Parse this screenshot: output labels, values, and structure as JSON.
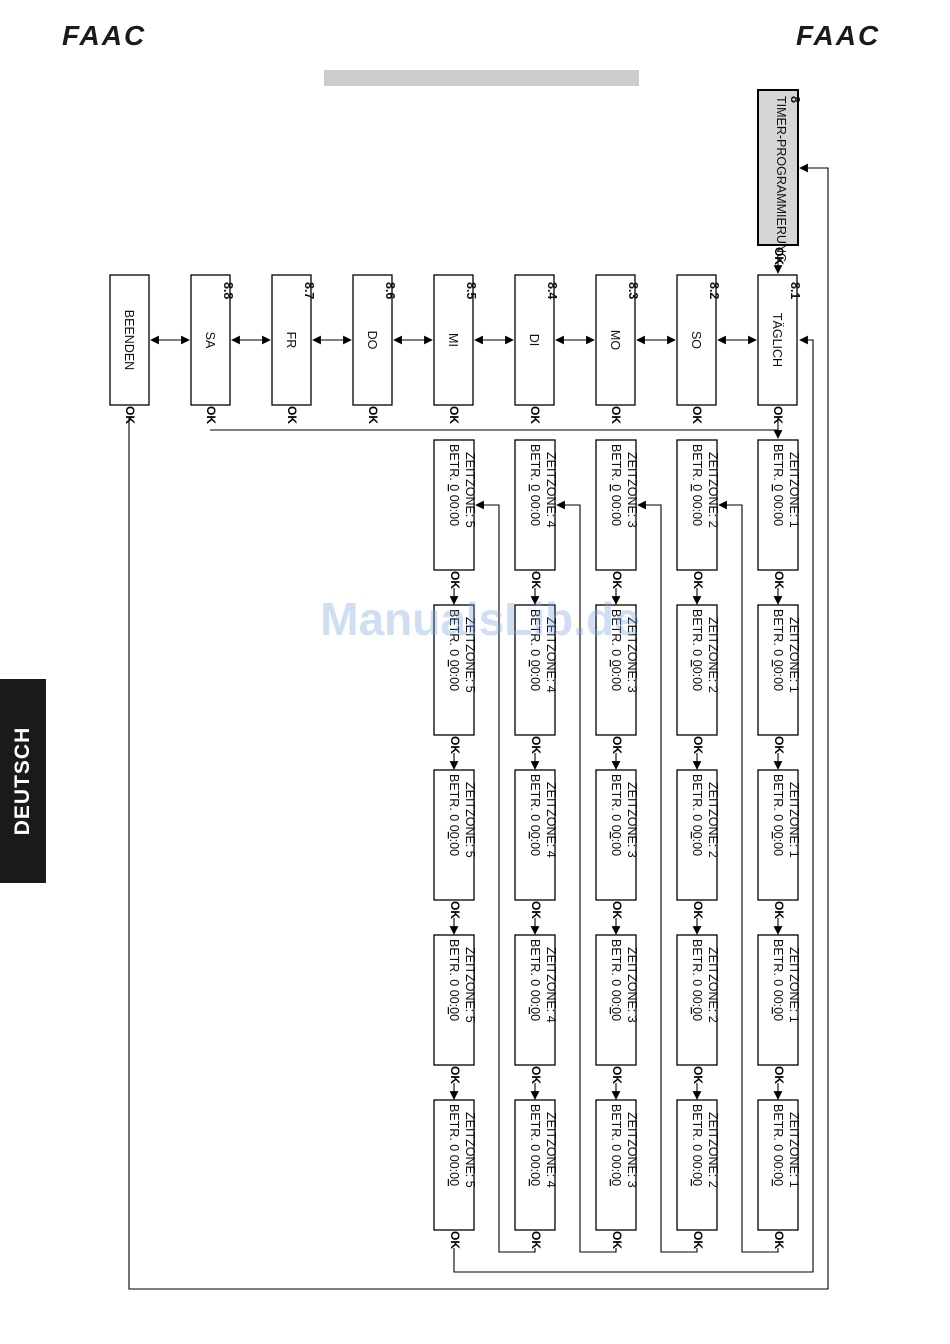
{
  "header": {
    "logo_left": "FAAC",
    "logo_right": "FAAC"
  },
  "side_tab": {
    "label": "DEUTSCH"
  },
  "watermark": "ManualsLib.de",
  "diagram": {
    "ok_label": "OK",
    "root": {
      "number": "8",
      "label": "TIMER-PROGRAMMIERUNG"
    },
    "menu": [
      {
        "number": "8.1",
        "label": "TÄGLICH"
      },
      {
        "number": "8.2",
        "label": "SO"
      },
      {
        "number": "8.3",
        "label": "MO"
      },
      {
        "number": "8.4",
        "label": "DI"
      },
      {
        "number": "8.5",
        "label": "MI"
      },
      {
        "number": "8.6",
        "label": "DO"
      },
      {
        "number": "8.7",
        "label": "FR"
      },
      {
        "number": "8.8",
        "label": "SA"
      },
      {
        "number": "",
        "label": "BEENDEN"
      }
    ],
    "zone_prefix": "ZEITZONE:",
    "zones": [
      "1",
      "2",
      "3",
      "4",
      "5"
    ],
    "steps": [
      {
        "betr": "BETR.",
        "state": "0",
        "hours": "00",
        "colon": ":",
        "minutes": "00",
        "underline": "state"
      },
      {
        "betr": "BETR.",
        "state": "0",
        "hours": "00",
        "colon": ":",
        "minutes": "00",
        "underline": "hours"
      },
      {
        "betr": "BETR.",
        "state": "0",
        "hours": "00",
        "colon": ":",
        "minutes": "00",
        "underline": "hours2"
      },
      {
        "betr": "BETR.",
        "state": "0",
        "hours": "00",
        "colon": ":",
        "minutes": "00",
        "underline": "minutes"
      },
      {
        "betr": "BETR.",
        "state": "0",
        "hours": "00",
        "colon": ":",
        "minutes": "00",
        "underline": "minutes2"
      }
    ]
  }
}
